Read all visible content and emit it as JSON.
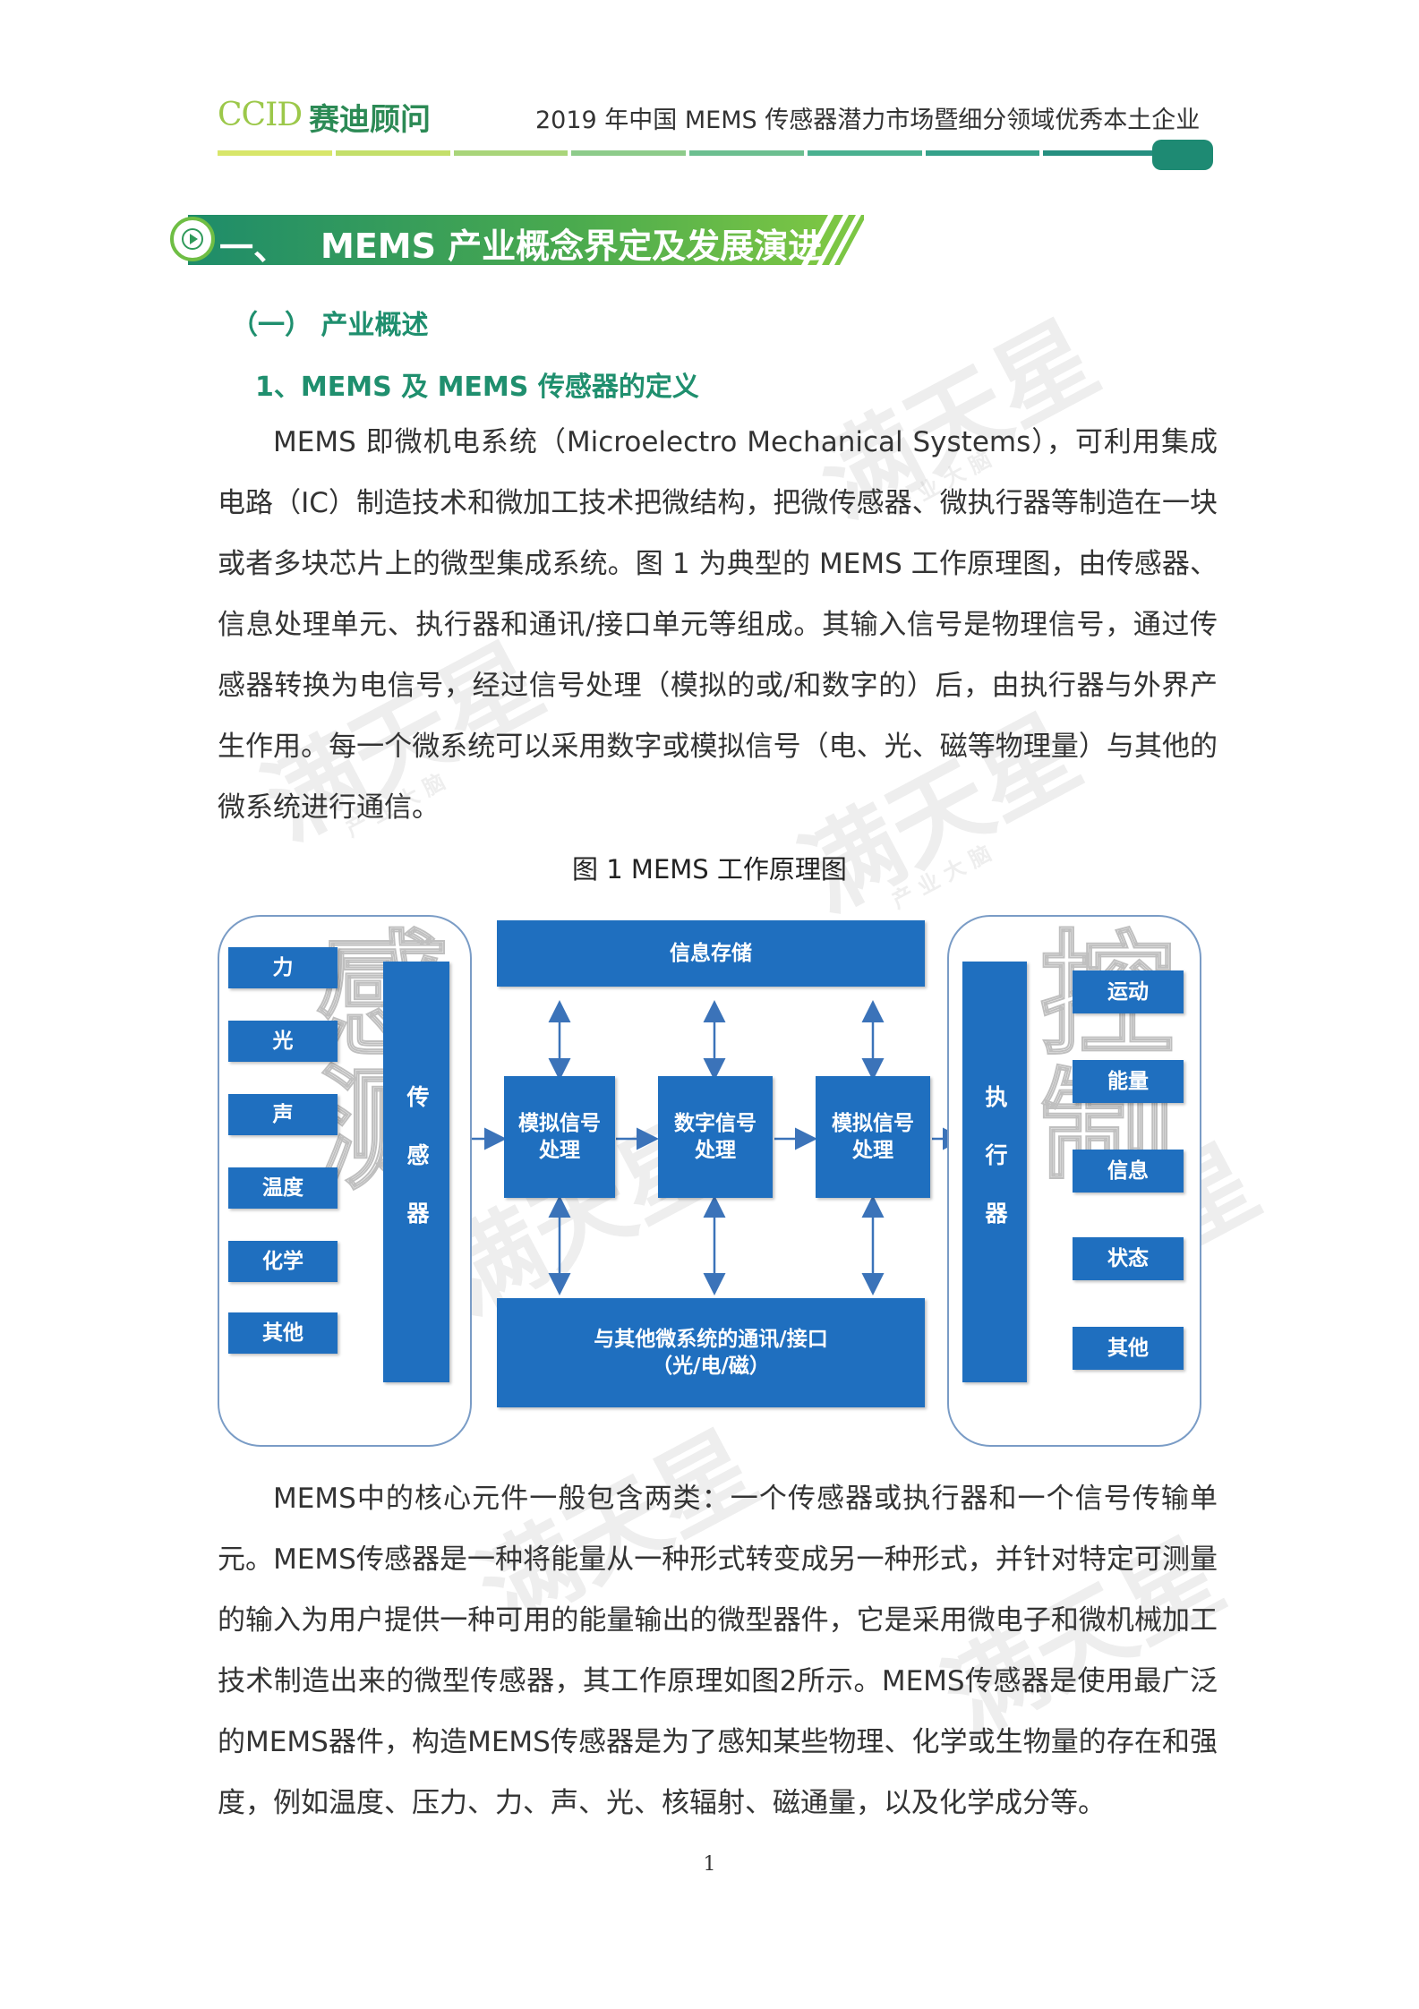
{
  "header": {
    "logo_en": "CCID",
    "logo_cn": "赛迪顾问",
    "title": "2019 年中国 MEMS 传感器潜力市场暨细分领域优秀本土企业",
    "bar_colors": [
      "#d8e66a",
      "#c4df6a",
      "#a9d57a",
      "#8dcb8a",
      "#6cbf90",
      "#4ab190",
      "#35a18a",
      "#268f80"
    ]
  },
  "section": {
    "number": "一、",
    "title": "MEMS 产业概念界定及发展演进",
    "sub1": "（一）  产业概述",
    "sub2": "1、MEMS 及 MEMS 传感器的定义"
  },
  "body": {
    "para1": "MEMS 即微机电系统（Microelectro Mechanical Systems），可利用集成电路（IC）制造技术和微加工技术把微结构，把微传感器、微执行器等制造在一块或者多块芯片上的微型集成系统。图 1 为典型的 MEMS 工作原理图，由传感器、信息处理单元、执行器和通讯/接口单元等组成。其输入信号是物理信号，通过传感器转换为电信号，经过信号处理（模拟的或/和数字的）后，由执行器与外界产生作用。每一个微系统可以采用数字或模拟信号（电、光、磁等物理量）与其他的微系统进行通信。",
    "figure_caption": "图 1   MEMS 工作原理图",
    "para2": "MEMS中的核心元件一般包含两类：一个传感器或执行器和一个信号传输单元。MEMS传感器是一种将能量从一种形式转变成另一种形式，并针对特定可测量的输入为用户提供一种可用的能量输出的微型器件，它是采用微电子和微机械加工技术制造出来的微型传感器，其工作原理如图2所示。MEMS传感器是使用最广泛的MEMS器件，构造MEMS传感器是为了感知某些物理、化学或生物量的存在和强度，例如温度、压力、力、声、光、核辐射、磁通量，以及化学成分等。"
  },
  "diagram": {
    "inputs": [
      "力",
      "光",
      "声",
      "温度",
      "化学",
      "其他"
    ],
    "sensor": "传感器",
    "storage": "信息存储",
    "analog1": "模拟信号处理",
    "digital": "数字信号处理",
    "analog2": "模拟信号处理",
    "comm_line1": "与其他微系统的通讯/接口",
    "comm_line2": "（光/电/磁）",
    "actuator": "执行器",
    "outputs": [
      "运动",
      "能量",
      "信息",
      "状态",
      "其他"
    ],
    "left_overlay": "感测",
    "right_overlay": "控制"
  },
  "watermark": {
    "text": "满天星",
    "subtext": "产 业 大 脑"
  },
  "page_number": "1",
  "colors": {
    "accent_green": "#1f8f6e",
    "section_green": "#2f9a5a",
    "diagram_blue": "#1f6fbf"
  }
}
